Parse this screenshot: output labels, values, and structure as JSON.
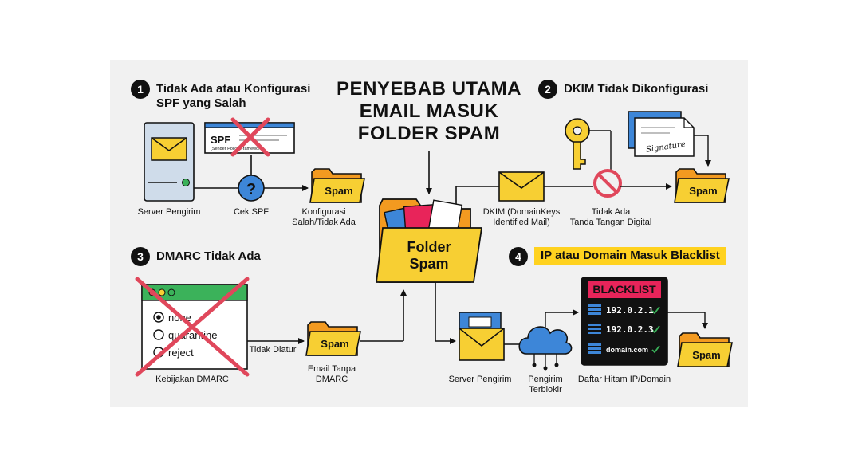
{
  "title": "PENYEBAB UTAMA\nEMAIL MASUK\nFOLDER SPAM",
  "center": {
    "label": "Folder\nSpam"
  },
  "spam_label": "Spam",
  "sections": [
    {
      "number": "1",
      "title": "Tidak Ada atau Konfigurasi\nSPF yang Salah"
    },
    {
      "number": "2",
      "title": "DKIM Tidak Dikonfigurasi"
    },
    {
      "number": "3",
      "title": "DMARC Tidak Ada"
    },
    {
      "number": "4",
      "title": "IP atau Domain Masuk Blacklist"
    }
  ],
  "spf": {
    "card_title": "SPF",
    "card_sub": "(Sender Policy Framework)",
    "labels": [
      "Server Pengirim",
      "Cek SPF",
      "Konfigurasi\nSalah/Tidak Ada"
    ]
  },
  "dkim": {
    "signature": "Signature",
    "labels": [
      "DKIM (DomainKeys\nIdentified Mail)",
      "Tidak Ada\nTanda Tangan Digital"
    ]
  },
  "dmarc": {
    "options": [
      "none",
      "quarantine",
      "reject"
    ],
    "edge_label": "Tidak Diatur",
    "labels": [
      "Kebijakan DMARC",
      "Email Tanpa\nDMARC"
    ]
  },
  "blacklist": {
    "header": "BLACKLIST",
    "entries": [
      "192.0.2.1",
      "192.0.2.3",
      "domain.com"
    ],
    "labels": [
      "Server Pengirim",
      "Pengirim\nTerblokir",
      "Daftar Hitam IP/Domain"
    ]
  },
  "colors": {
    "yellow": "#f7cf33",
    "orange": "#f39a20",
    "blue": "#3d86d8",
    "red": "#e0475b",
    "green": "#3bb25a",
    "pink": "#e8245a"
  }
}
